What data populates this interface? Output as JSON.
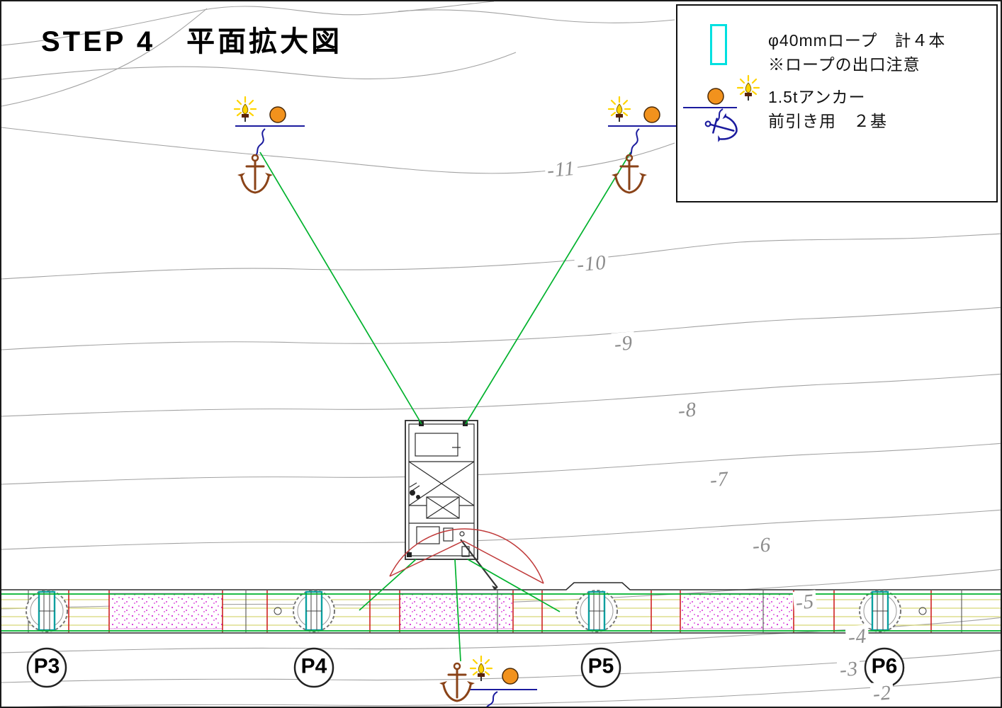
{
  "title": "STEP 4　平面拡大図",
  "legend": {
    "rope_line1": "φ40mmロープ　計４本",
    "rope_line2": "※ロープの出口注意",
    "anchor_line1": "1.5tアンカー",
    "anchor_line2": "前引き用　２基"
  },
  "contour_labels": [
    "-11",
    "-10",
    "-9",
    "-8",
    "-7",
    "-6",
    "-5",
    "-4",
    "-3",
    "-2"
  ],
  "piers": [
    "P3",
    "P4",
    "P5",
    "P6"
  ],
  "colors": {
    "rope_green": "#00b22d",
    "contour_gray": "#a2a2a2",
    "buoy_orange": "#f2921d",
    "anchor_brown": "#8a4318",
    "light_yellow": "#ffd400",
    "line_blue": "#1b1b9e",
    "legend_cyan": "#00e0e0",
    "pier_red": "#cc1414",
    "speckle_magenta": "#d633d6",
    "pile_teal": "#0a9f9f",
    "arc_red": "#c03a3a",
    "pier_yellow": "#d8d878"
  }
}
